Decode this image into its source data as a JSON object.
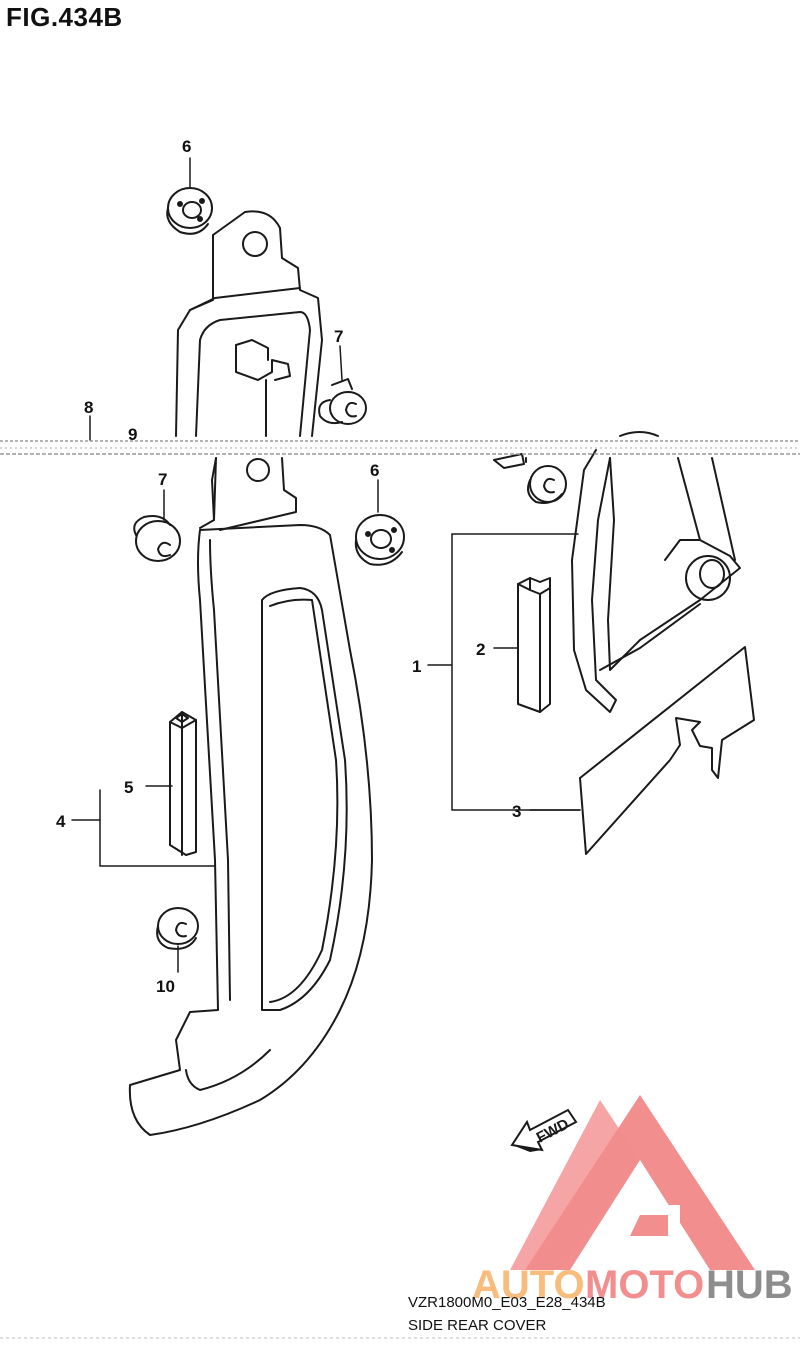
{
  "figure": {
    "title": "FIG.434B",
    "model_code": "VZR1800M0_E03_E28_434B",
    "name": "SIDE REAR COVER"
  },
  "callouts": [
    {
      "id": "c1",
      "label": "1"
    },
    {
      "id": "c2",
      "label": "2"
    },
    {
      "id": "c3",
      "label": "3"
    },
    {
      "id": "c4",
      "label": "4"
    },
    {
      "id": "c5",
      "label": "5"
    },
    {
      "id": "c6a",
      "label": "6"
    },
    {
      "id": "c6b",
      "label": "6"
    },
    {
      "id": "c7a",
      "label": "7"
    },
    {
      "id": "c7b",
      "label": "7"
    },
    {
      "id": "c8",
      "label": "8"
    },
    {
      "id": "c9",
      "label": "9"
    },
    {
      "id": "c10",
      "label": "10"
    }
  ],
  "arrow": {
    "label": "FWD"
  },
  "watermark": {
    "text_auto": "AUTO",
    "text_moto": "MOTO",
    "text_hub": "HUB",
    "color_primary": "#f07b7b",
    "color_orange": "#f7b267",
    "color_gray": "#7a7a7a"
  },
  "colors": {
    "line": "#1a1a1a",
    "background": "#ffffff"
  }
}
